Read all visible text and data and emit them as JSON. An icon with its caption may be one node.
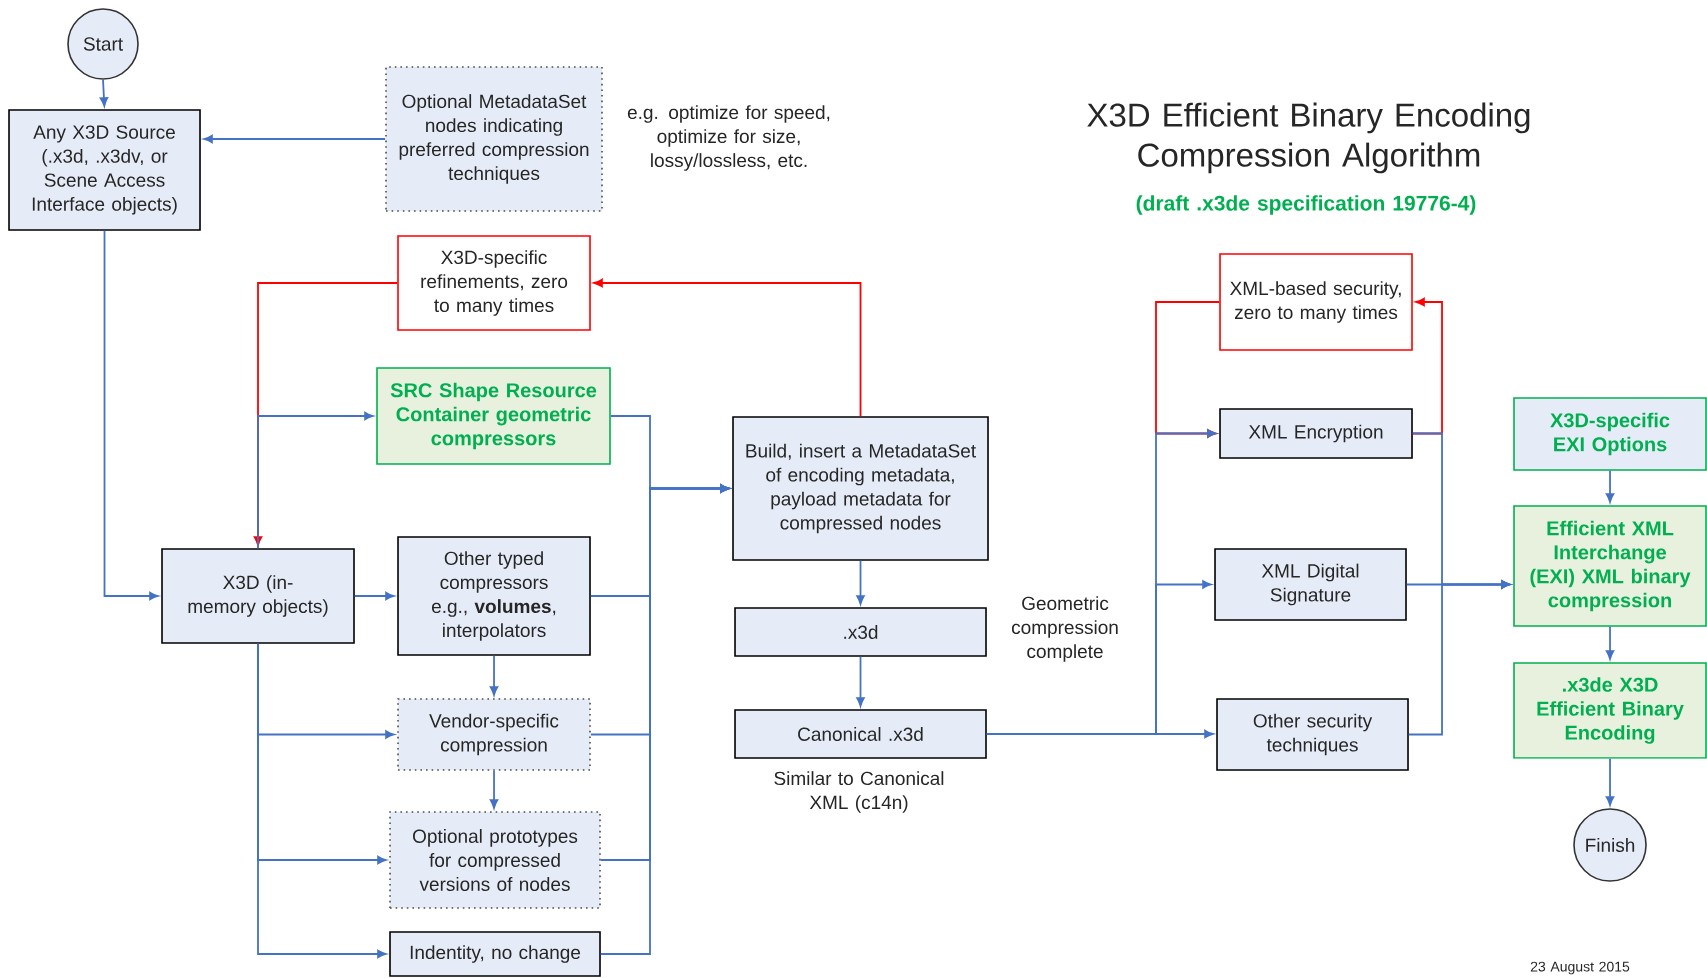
{
  "diagram": {
    "title": "X3D Efficient Binary Encoding Compression Algorithm",
    "nodes": [
      {
        "text": [
          "Start"
        ]
      },
      {
        "text": [
          "Any X3D Source (.x3d, .x3dv, or Scene Access Interface objects)"
        ]
      },
      {
        "text": [
          "Optional MetadataSet nodes indicating preferred compression techniques"
        ],
        "beside": [
          "e.g. optimize for speed, optimize for size, lossy/lossless, etc."
        ]
      },
      {
        "text": [
          "X3D-specific refinements, zero to many times"
        ]
      },
      {
        "text": [
          "SRC Shape Resource Container geometric compressors"
        ]
      },
      {
        "text": [
          "X3D (in-memory objects)"
        ]
      },
      {
        "text": [
          "Other typed compressors e.g., **volumes**, interpolators"
        ]
      },
      {
        "text": [
          "Vendor-specific compression"
        ]
      },
      {
        "text": [
          "Optional prototypes for compressed versions of nodes"
        ]
      },
      {
        "text": [
          "Indentity, no change"
        ]
      },
      {
        "text": [
          "Build, insert a MetadataSet of encoding metadata, payload metadata for compressed nodes"
        ]
      },
      {
        "text": [
          ".x3d"
        ]
      },
      {
        "text": [
          "Canonical .x3d"
        ],
        "beside": [
          "Similar to Canonical XML (c14n)"
        ]
      },
      {
        "text": [
          "XML-based security, zero to many times"
        ]
      },
      {
        "text": [
          "XML Encryption"
        ]
      },
      {
        "text": [
          "XML Digital Signature"
        ]
      },
      {
        "text": [
          "Other security techniques"
        ]
      },
      {
        "text": [
          "X3D-specific EXI Options"
        ]
      },
      {
        "text": [
          "Efficient XML Interchange (EXI) XML binary compression"
        ]
      },
      {
        "text": [
          ".x3de X3D Efficient Binary Encoding"
        ]
      },
      {
        "text": [
          "Finish"
        ]
      }
    ],
    "edges": [
      {
        "from": 0,
        "to": 1,
        "arrow": "to"
      },
      {
        "from": 2,
        "to": 1,
        "arrow": "to"
      },
      {
        "from": 1,
        "to": 5,
        "arrow": "to"
      },
      {
        "from": 5,
        "to": 4,
        "arrow": "to"
      },
      {
        "from": 5,
        "to": 6,
        "arrow": "to"
      },
      {
        "from": 5,
        "to": 7,
        "arrow": "to"
      },
      {
        "from": 5,
        "to": 8,
        "arrow": "to"
      },
      {
        "from": 5,
        "to": 9,
        "arrow": "to"
      },
      {
        "from": 6,
        "to": 7,
        "arrow": "to"
      },
      {
        "from": 7,
        "to": 8,
        "arrow": "to"
      },
      {
        "from": 4,
        "to": 10,
        "arrow": "to"
      },
      {
        "from": 6,
        "to": 10,
        "arrow": "to"
      },
      {
        "from": 7,
        "to": 10,
        "arrow": "to"
      },
      {
        "from": 8,
        "to": 10,
        "arrow": "to"
      },
      {
        "from": 9,
        "to": 10,
        "arrow": "to"
      },
      {
        "from": 10,
        "to": 3,
        "arrow": "to",
        "color": "#ff0000"
      },
      {
        "from": 3,
        "to": 5,
        "arrow": "to",
        "color": "#ff0000"
      },
      {
        "from": 10,
        "to": 11,
        "arrow": "to"
      },
      {
        "from": 11,
        "to": 12,
        "arrow": "to"
      },
      {
        "from": 12,
        "to": 14,
        "arrow": "to"
      },
      {
        "from": 12,
        "to": 15,
        "arrow": "to"
      },
      {
        "from": 12,
        "to": 16,
        "arrow": "to"
      },
      {
        "from": 14,
        "to": 13,
        "arrow": "to",
        "color": "#ff0000"
      },
      {
        "from": 13,
        "to": 14,
        "arrow": "to",
        "color": "#ff0000"
      },
      {
        "from": 14,
        "to": 18,
        "arrow": "to"
      },
      {
        "from": 15,
        "to": 18,
        "arrow": "to"
      },
      {
        "from": 16,
        "to": 18,
        "arrow": "to"
      },
      {
        "from": 17,
        "to": 18,
        "arrow": "to"
      },
      {
        "from": 18,
        "to": 19,
        "arrow": "to"
      },
      {
        "from": 19,
        "to": 20,
        "arrow": "to"
      }
    ],
    "labels": [
      "(draft .x3de specification 19776-4)",
      "Geometric compression complete",
      "23 August 2015"
    ]
  }
}
